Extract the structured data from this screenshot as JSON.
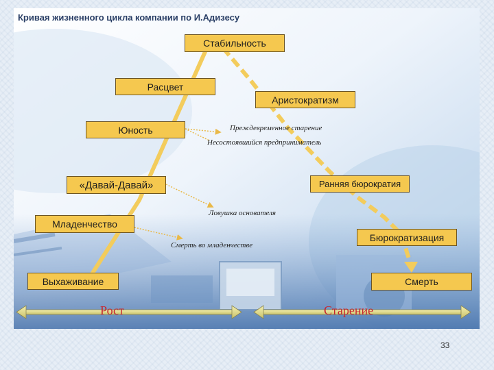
{
  "title": "Кривая жизненного цикла компании по И.Адизесу",
  "stages": {
    "stability": "Стабильность",
    "prime": "Расцвет",
    "adolescence": "Юность",
    "go_go": "«Давай-Давай»",
    "infancy": "Младенчество",
    "courtship": "Выхаживание",
    "aristocracy": "Аристократизм",
    "early_bureaucracy": "Ранняя бюрократия",
    "bureaucracy": "Бюрократизация",
    "death": "Смерть"
  },
  "notes": {
    "premature_aging": "Преждевременное старение",
    "unfulfilled_entrepreneur": "Несостоявшийся предприниматель",
    "founder_trap": "Ловушка основателя",
    "infant_mortality": "Смерть во младенчестве"
  },
  "phases": {
    "growth": "Рост",
    "aging": "Старение"
  },
  "page_number": "33",
  "colors": {
    "box_fill": "#f5c84f",
    "curve": "#f3cc5c",
    "phase_text": "#c8242d"
  }
}
